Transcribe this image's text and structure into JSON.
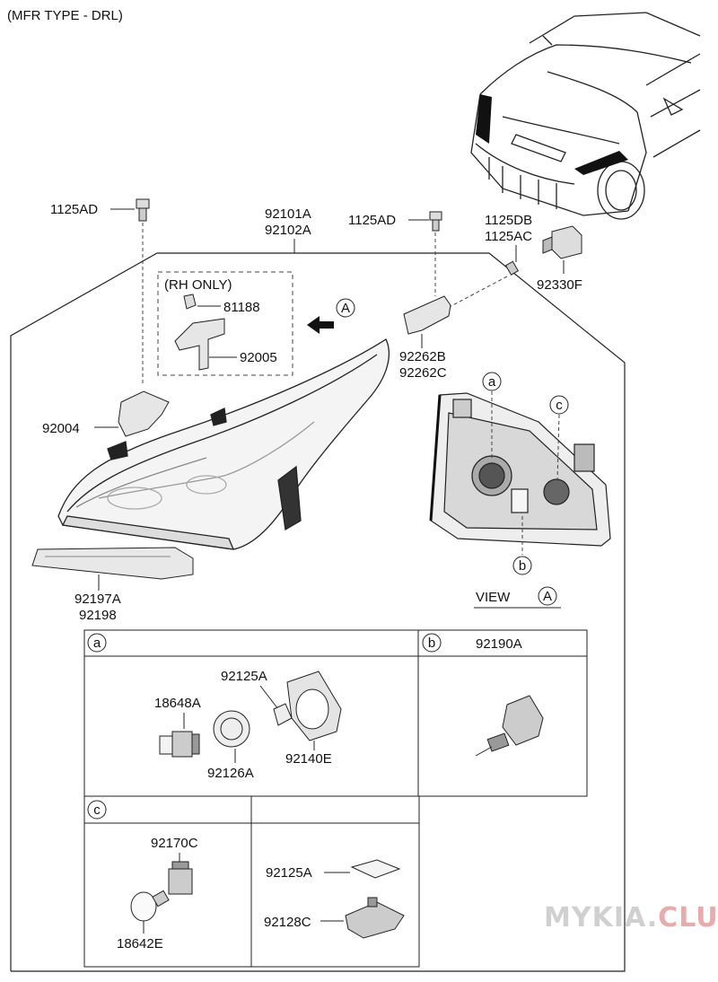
{
  "header": {
    "title": "(MFR TYPE - DRL)"
  },
  "labels": {
    "bolt_left": "1125AD",
    "assy_top": "92101A",
    "assy_bottom": "92102A",
    "bolt_right": "1125AD",
    "screw_top": "1125DB",
    "screw_bottom": "1125AC",
    "connector": "92330F",
    "rh_only": "(RH ONLY)",
    "clip": "81188",
    "bracket_rh": "92005",
    "bracket_top": "92262B",
    "bracket_bottom": "92262C",
    "bracket_left": "92004",
    "trim_top": "92197A",
    "trim_bottom": "92198",
    "view_label": "VIEW",
    "view_ref": "A",
    "arrow_ref": "A",
    "callout_a": "a",
    "callout_b": "b",
    "callout_c": "c"
  },
  "panel_a": {
    "letter": "a",
    "parts": {
      "cap": "92125A",
      "bulb": "18648A",
      "ring": "92126A",
      "housing": "92140E"
    }
  },
  "panel_b": {
    "letter": "b",
    "part": "92190A"
  },
  "panel_c": {
    "letter": "c",
    "parts": {
      "socket": "92170C",
      "bulb": "18642E",
      "cap": "92125A",
      "bracket": "92128C"
    }
  },
  "watermark": {
    "part1": "MYKIA.",
    "part2": "CLUB",
    "color1": "#d0d0d0",
    "color2": "#e8aaaa"
  }
}
